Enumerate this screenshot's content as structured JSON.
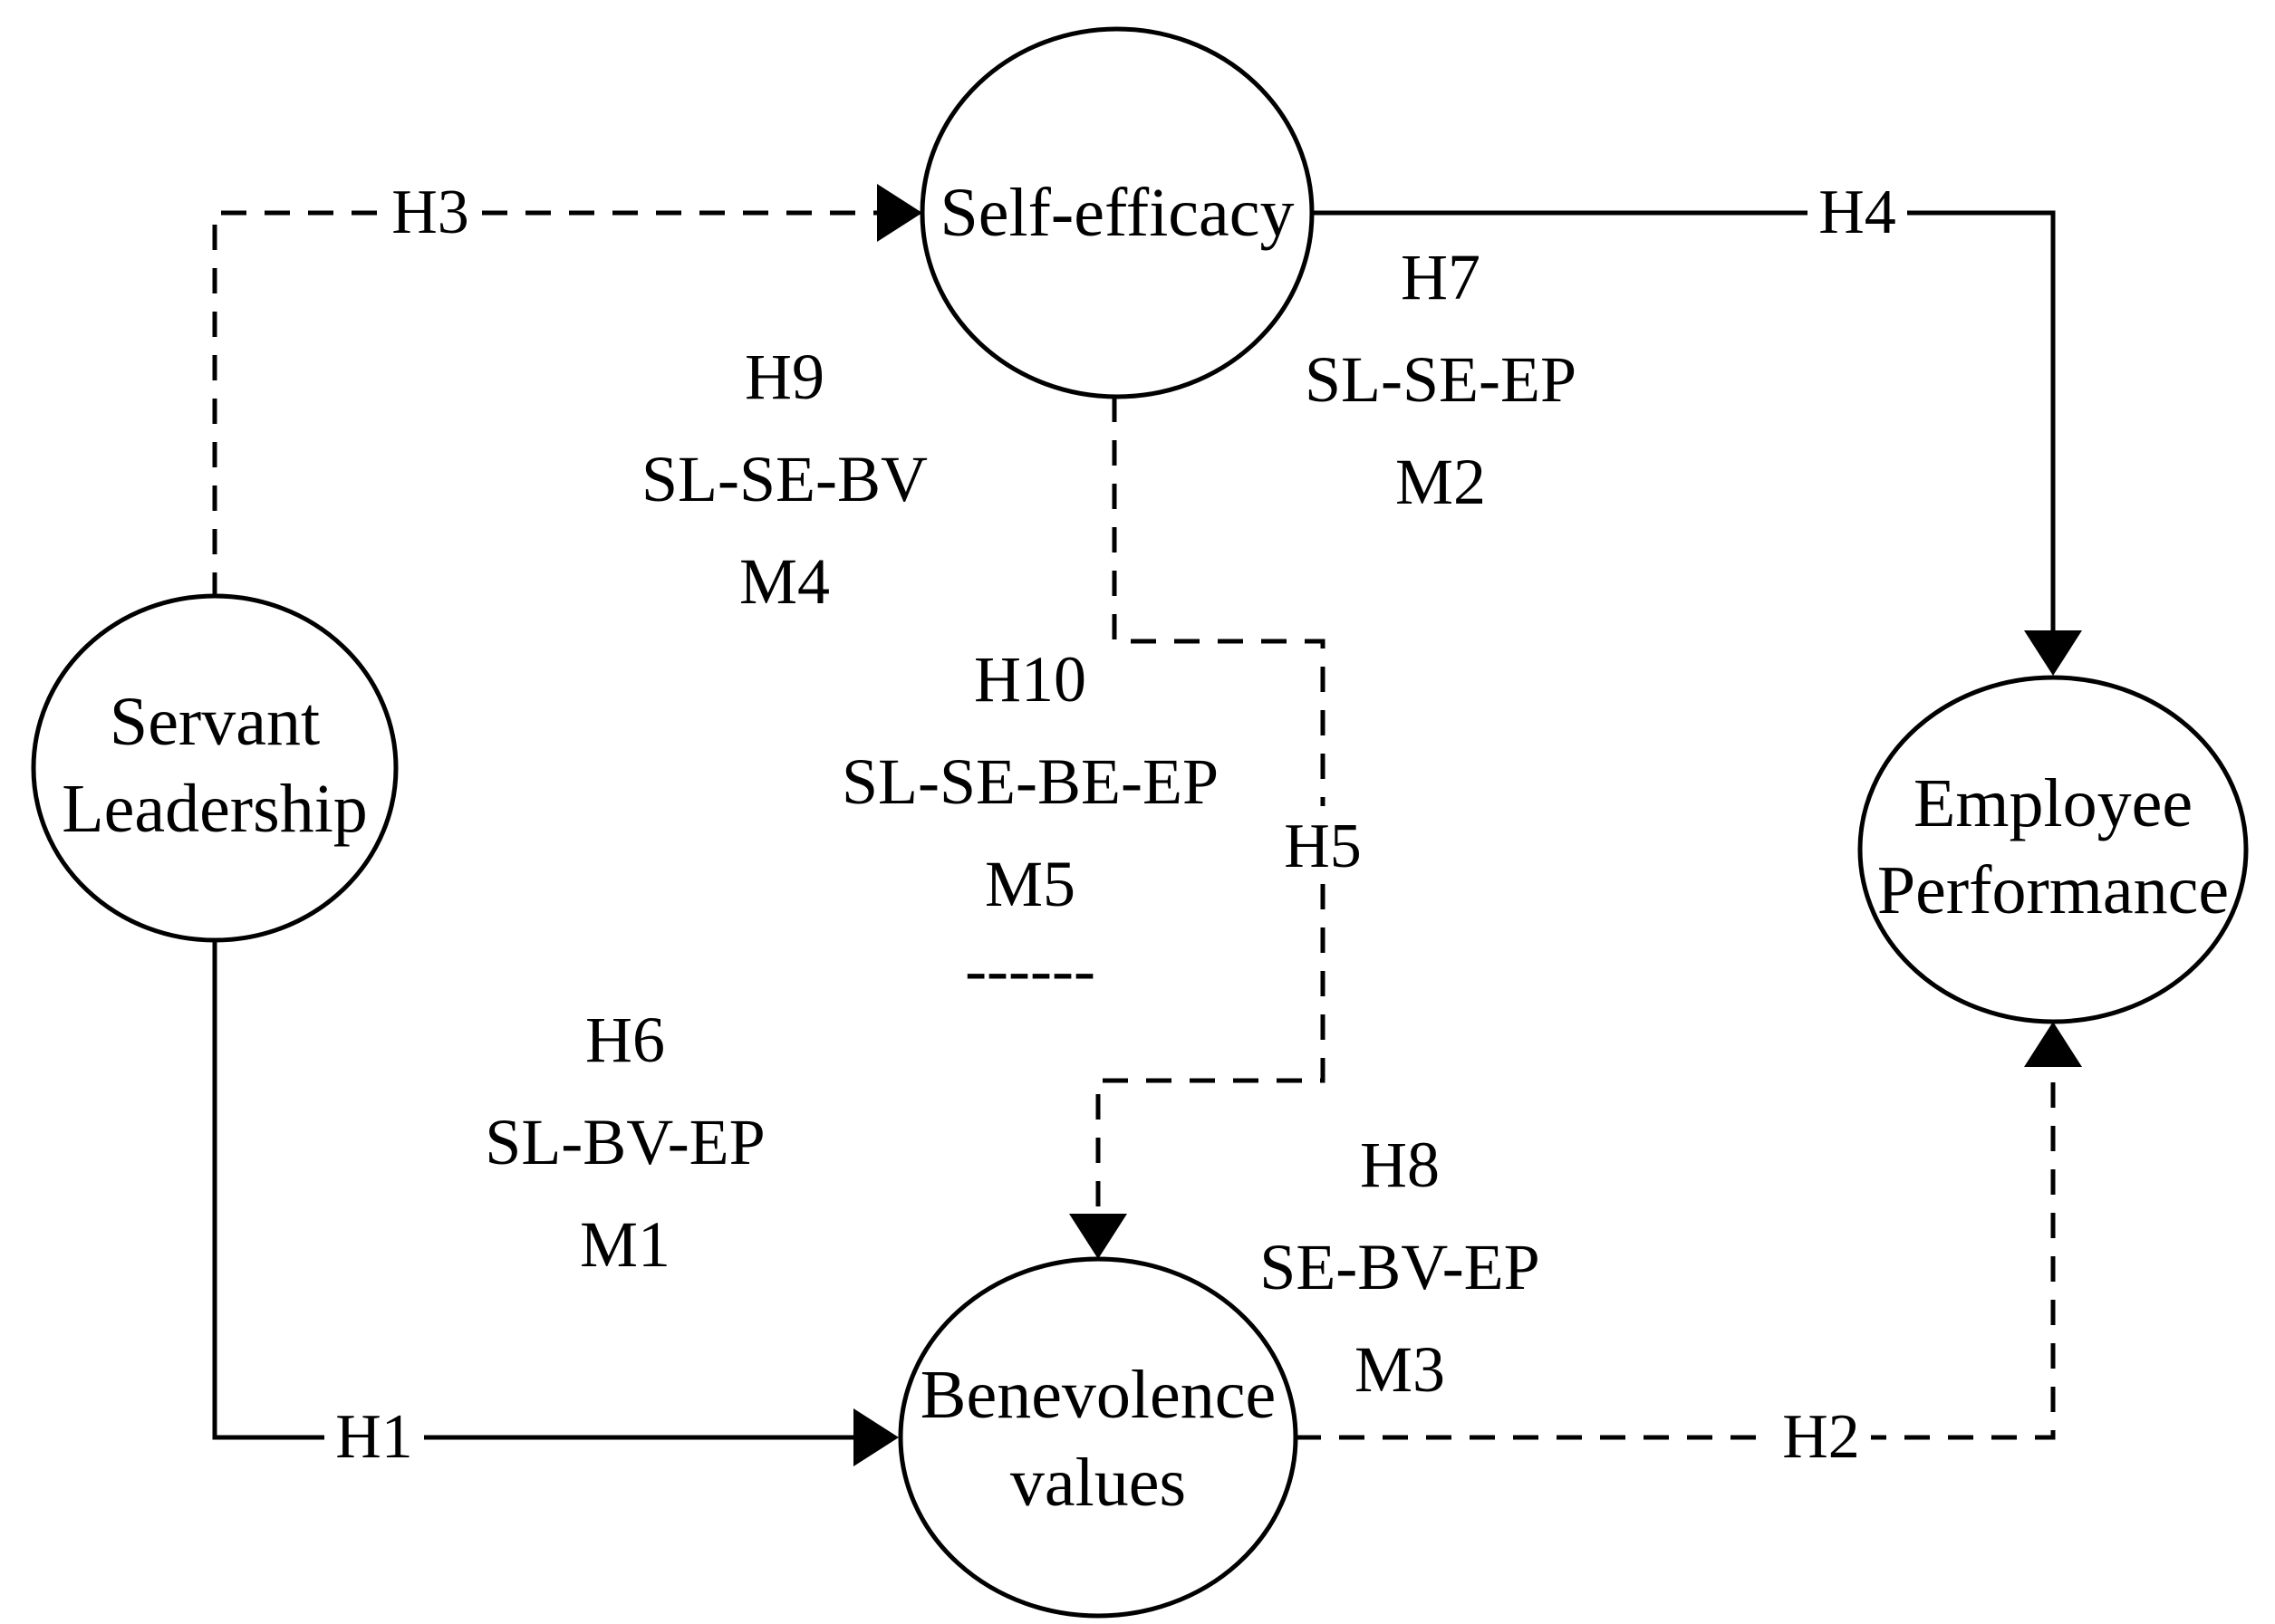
{
  "nodes": {
    "servant_leadership": [
      "Servant",
      "Leadership"
    ],
    "self_efficacy": [
      "Self-efficacy"
    ],
    "benevolence_values": [
      "Benevolence",
      "values"
    ],
    "employee_performance": [
      "Employee",
      "Performance"
    ]
  },
  "edges": {
    "h1": "H1",
    "h2": "H2",
    "h3": "H3",
    "h4": "H4",
    "h5": "H5"
  },
  "annotations": {
    "h6": [
      "H6",
      "SL-BV-EP",
      "M1"
    ],
    "h7": [
      "H7",
      "SL-SE-EP",
      "M2"
    ],
    "h8": [
      "H8",
      "SE-BV-EP",
      "M3"
    ],
    "h9": [
      "H9",
      "SL-SE-BV",
      "M4"
    ],
    "h10": [
      "H10",
      "SL-SE-BE-EP",
      "M5",
      "------"
    ]
  }
}
